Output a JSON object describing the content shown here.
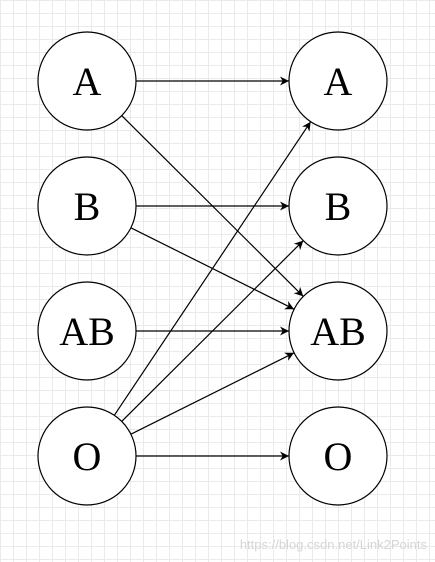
{
  "diagram": {
    "left_nodes": [
      {
        "id": "L_A",
        "label": "A"
      },
      {
        "id": "L_B",
        "label": "B"
      },
      {
        "id": "L_AB",
        "label": "AB"
      },
      {
        "id": "L_O",
        "label": "O"
      }
    ],
    "right_nodes": [
      {
        "id": "R_A",
        "label": "A"
      },
      {
        "id": "R_B",
        "label": "B"
      },
      {
        "id": "R_AB",
        "label": "AB"
      },
      {
        "id": "R_O",
        "label": "O"
      }
    ],
    "edges": [
      {
        "from": "L_A",
        "to": "R_A"
      },
      {
        "from": "L_A",
        "to": "R_AB"
      },
      {
        "from": "L_B",
        "to": "R_B"
      },
      {
        "from": "L_B",
        "to": "R_AB"
      },
      {
        "from": "L_AB",
        "to": "R_AB"
      },
      {
        "from": "L_O",
        "to": "R_A"
      },
      {
        "from": "L_O",
        "to": "R_B"
      },
      {
        "from": "L_O",
        "to": "R_AB"
      },
      {
        "from": "L_O",
        "to": "R_O"
      }
    ]
  },
  "watermark": "https://blog.csdn.net/Link2Points"
}
